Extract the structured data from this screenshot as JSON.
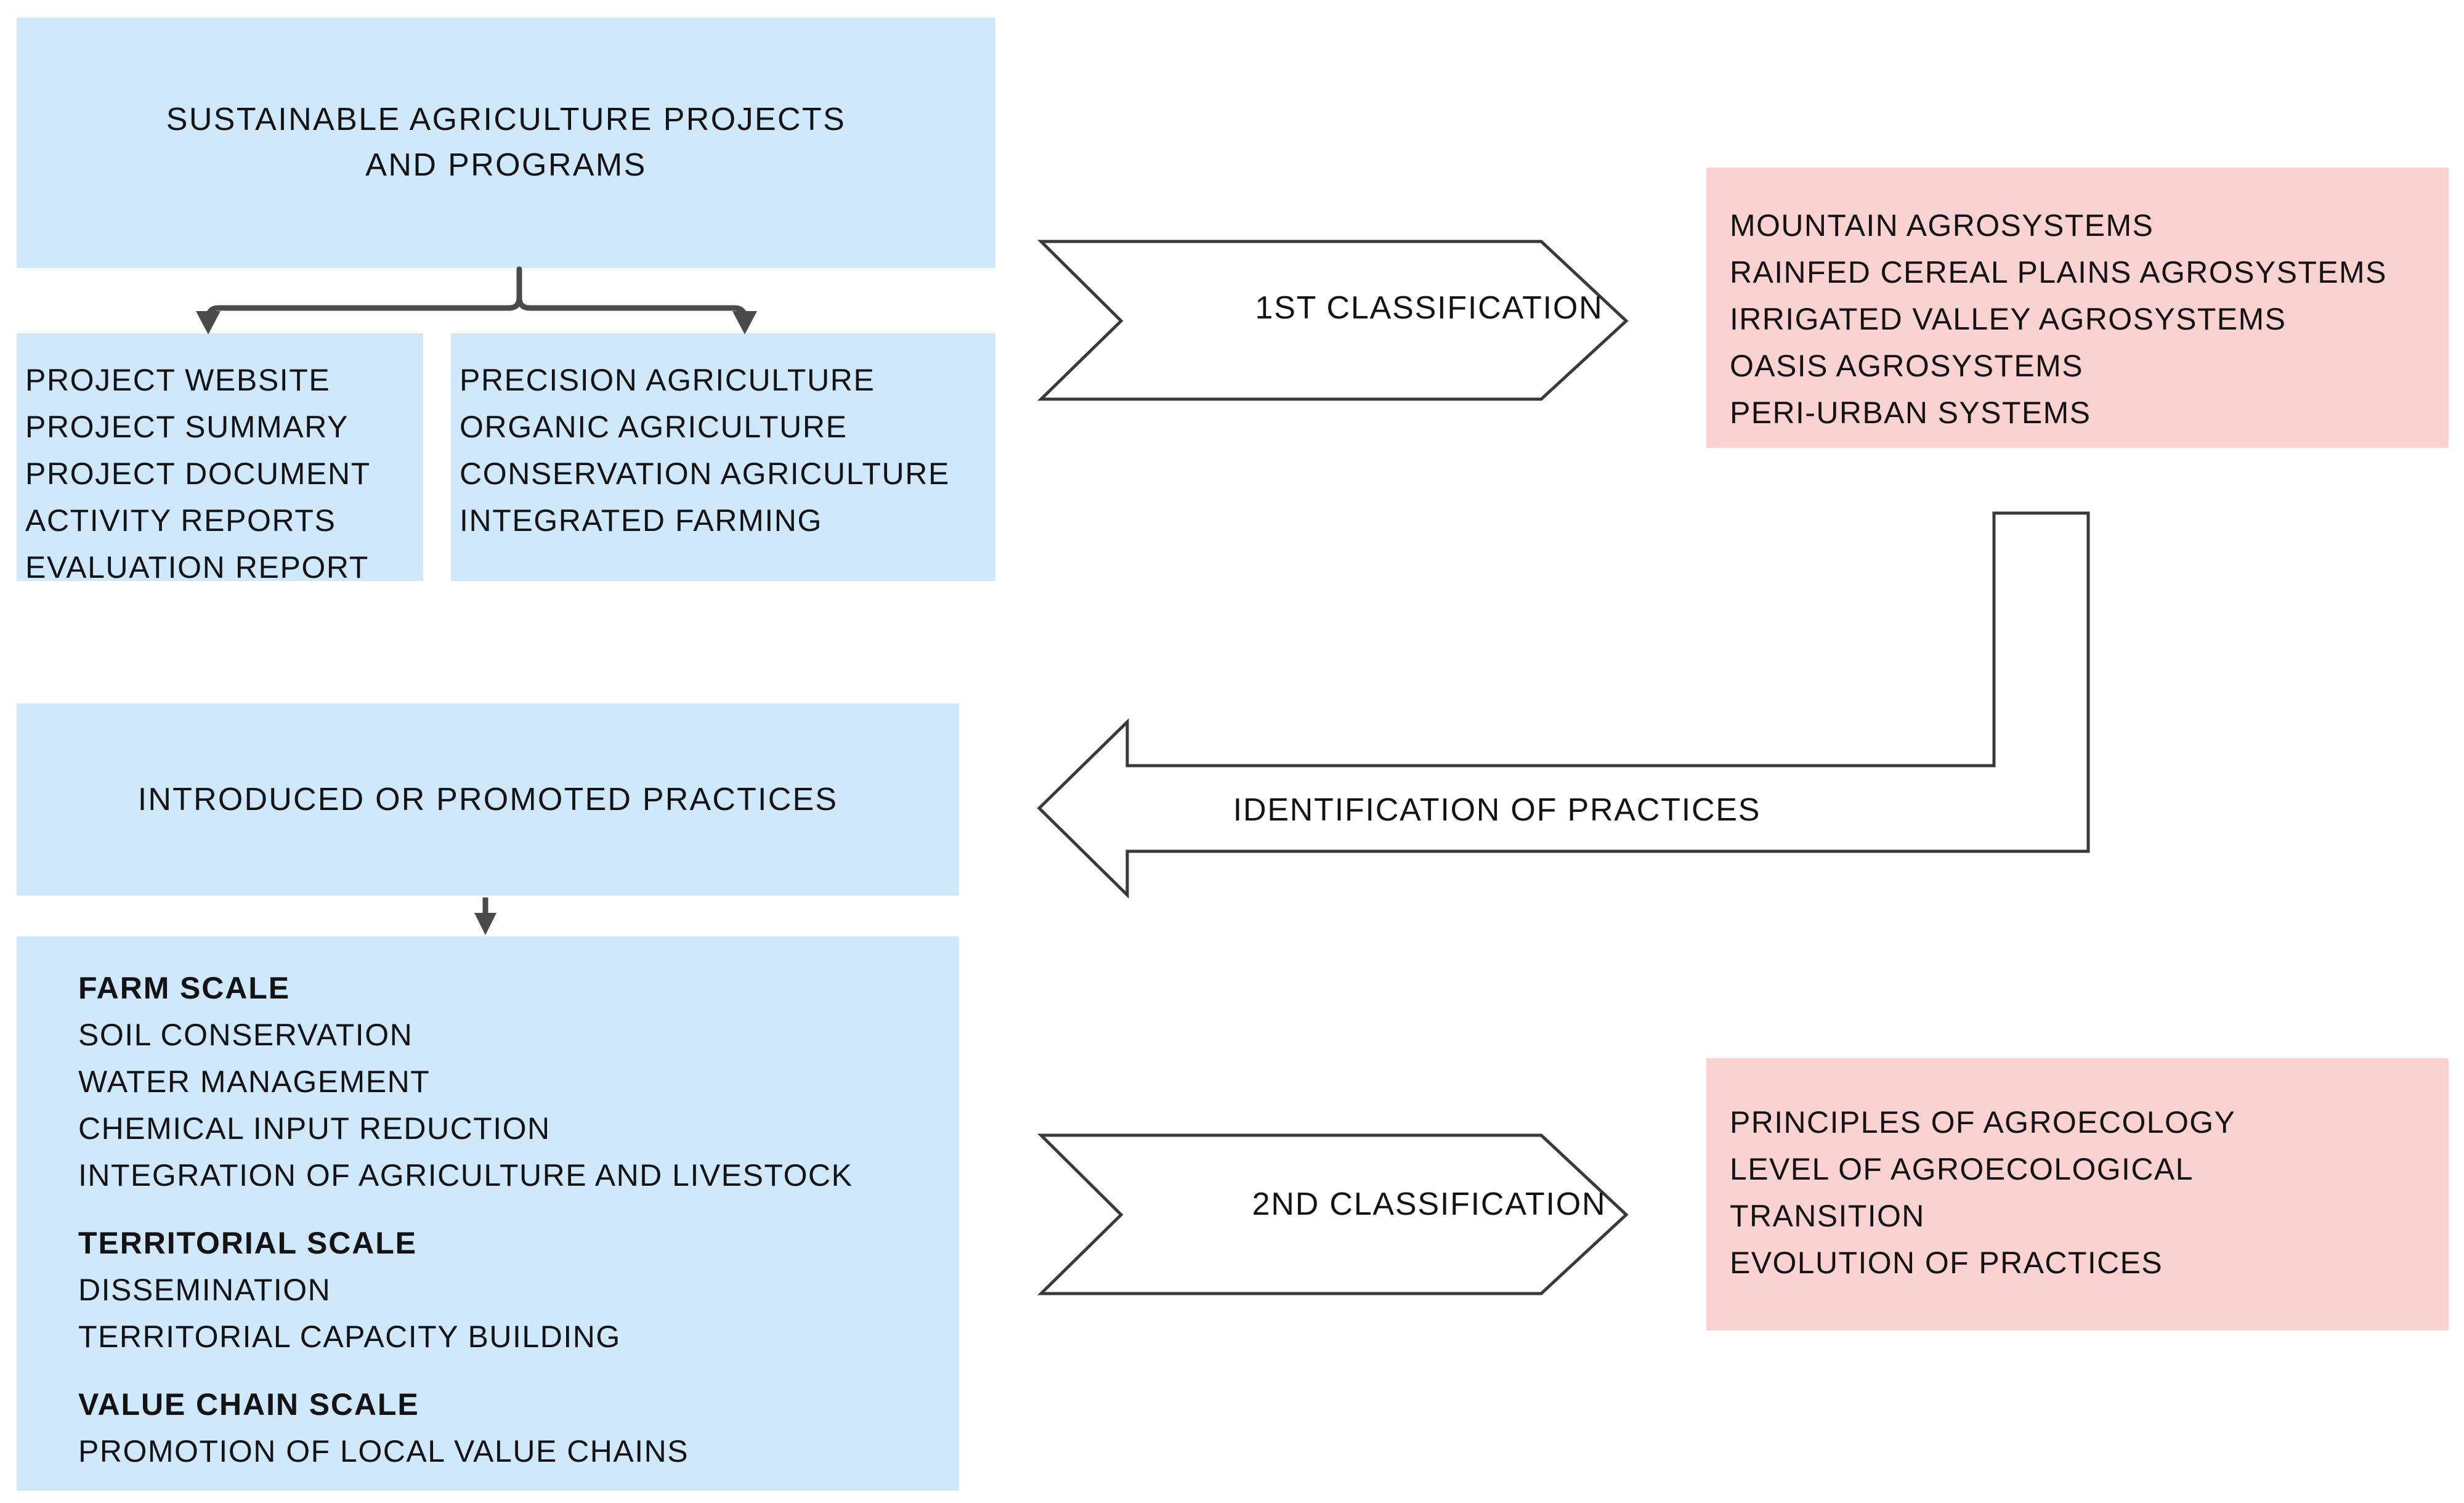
{
  "diagram": {
    "title_box": {
      "line1": "SUSTAINABLE AGRICULTURE PROJECTS",
      "line2": "AND PROGRAMS"
    },
    "documents_box": {
      "items": [
        "PROJECT WEBSITE",
        "PROJECT SUMMARY",
        "PROJECT DOCUMENT",
        "ACTIVITY REPORTS",
        "EVALUATION REPORT"
      ]
    },
    "agriculture_types_box": {
      "items": [
        "PRECISION AGRICULTURE",
        "ORGANIC AGRICULTURE",
        "CONSERVATION AGRICULTURE",
        "INTEGRATED FARMING"
      ]
    },
    "practices_box": {
      "title": "INTRODUCED OR PROMOTED PRACTICES"
    },
    "scales_box": {
      "groups": [
        {
          "heading": "FARM SCALE",
          "items": [
            "SOIL CONSERVATION",
            "WATER MANAGEMENT",
            "CHEMICAL INPUT REDUCTION",
            "INTEGRATION OF AGRICULTURE AND LIVESTOCK"
          ]
        },
        {
          "heading": "TERRITORIAL SCALE",
          "items": [
            "DISSEMINATION",
            "TERRITORIAL CAPACITY BUILDING"
          ]
        },
        {
          "heading": "VALUE CHAIN SCALE",
          "items": [
            "PROMOTION OF LOCAL VALUE CHAINS"
          ]
        }
      ]
    },
    "first_classification": {
      "label": "1ST CLASSIFICATION"
    },
    "agrosystems_box": {
      "items": [
        "MOUNTAIN AGROSYSTEMS",
        "RAINFED CEREAL PLAINS AGROSYSTEMS",
        "IRRIGATED VALLEY AGROSYSTEMS",
        "OASIS AGROSYSTEMS",
        "PERI-URBAN SYSTEMS"
      ]
    },
    "identification_arrow": {
      "label": "IDENTIFICATION OF PRACTICES"
    },
    "second_classification": {
      "label": "2ND CLASSIFICATION"
    },
    "agroecology_box": {
      "items": [
        "PRINCIPLES OF AGROECOLOGY",
        "LEVEL OF AGROECOLOGICAL",
        "TRANSITION",
        "EVOLUTION OF PRACTICES"
      ]
    },
    "colors": {
      "blue_fill": "#cfe8fb",
      "pink_fill": "#fbd2d2",
      "stroke": "#3f3f3f",
      "text": "#131313"
    }
  }
}
